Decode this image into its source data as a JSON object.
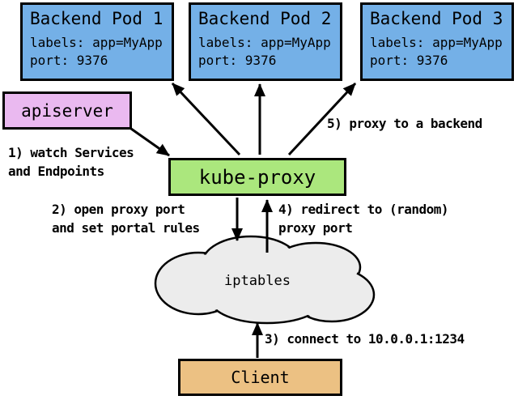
{
  "diagram": {
    "pods": [
      {
        "title": "Backend Pod 1",
        "labels": "labels: app=MyApp",
        "port": "port: 9376"
      },
      {
        "title": "Backend Pod 2",
        "labels": "labels: app=MyApp",
        "port": "port: 9376"
      },
      {
        "title": "Backend Pod 3",
        "labels": "labels: app=MyApp",
        "port": "port: 9376"
      }
    ],
    "apiserver": {
      "label": "apiserver"
    },
    "kube_proxy": {
      "label": "kube-proxy"
    },
    "iptables": {
      "label": "iptables"
    },
    "client": {
      "label": "Client"
    },
    "annotations": {
      "step1": "1) watch Services\nand Endpoints",
      "step2": "2) open proxy port\nand set portal rules",
      "step3": "3) connect to 10.0.0.1:1234",
      "step4": "4) redirect to (random)\nproxy port",
      "step5": "5) proxy to a backend"
    },
    "colors": {
      "pod_fill": "#74b0e7",
      "apiserver_fill": "#eab9f0",
      "kube_proxy_fill": "#abe77d",
      "client_fill": "#ecc183",
      "cloud_fill": "#ececec",
      "stroke": "#000000",
      "background": "#ffffff"
    }
  }
}
